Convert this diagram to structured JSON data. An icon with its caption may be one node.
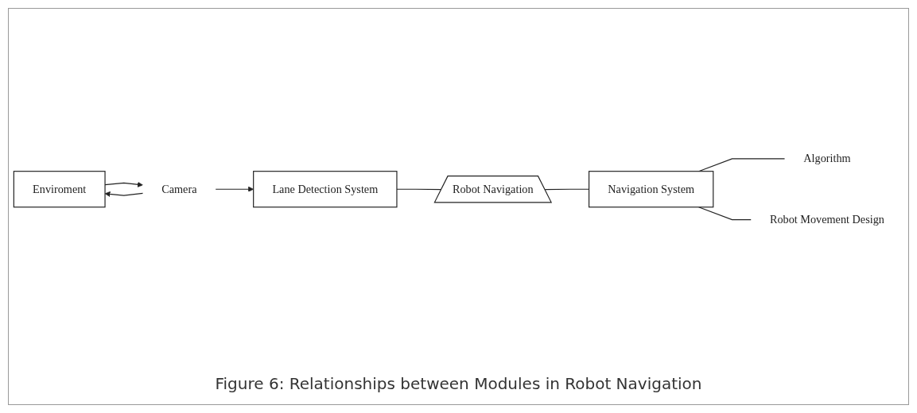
{
  "diagram": {
    "caption": "Figure 6: Relationships between Modules in Robot Navigation",
    "nodes": [
      {
        "text": [
          "Enviroment"
        ]
      },
      {
        "text": [
          "Camera"
        ]
      },
      {
        "text": [
          "Lane Detection System"
        ]
      },
      {
        "text": [
          "Robot Navigation"
        ]
      },
      {
        "text": [
          "Navigation System"
        ]
      },
      {
        "text": [
          "Algorithm"
        ]
      },
      {
        "text": [
          "Robot Movement Design"
        ]
      }
    ],
    "edges": [
      {
        "from": 1,
        "to": 0,
        "arrow": "to"
      },
      {
        "from": 0,
        "to": 1,
        "arrow": "to"
      },
      {
        "from": 1,
        "to": 2,
        "arrow": "to"
      },
      {
        "from": 2,
        "to": 3,
        "arrow": "none"
      },
      {
        "from": 3,
        "to": 4,
        "arrow": "none"
      },
      {
        "from": 4,
        "to": 5,
        "arrow": "none"
      },
      {
        "from": 4,
        "to": 6,
        "arrow": "none"
      }
    ]
  }
}
